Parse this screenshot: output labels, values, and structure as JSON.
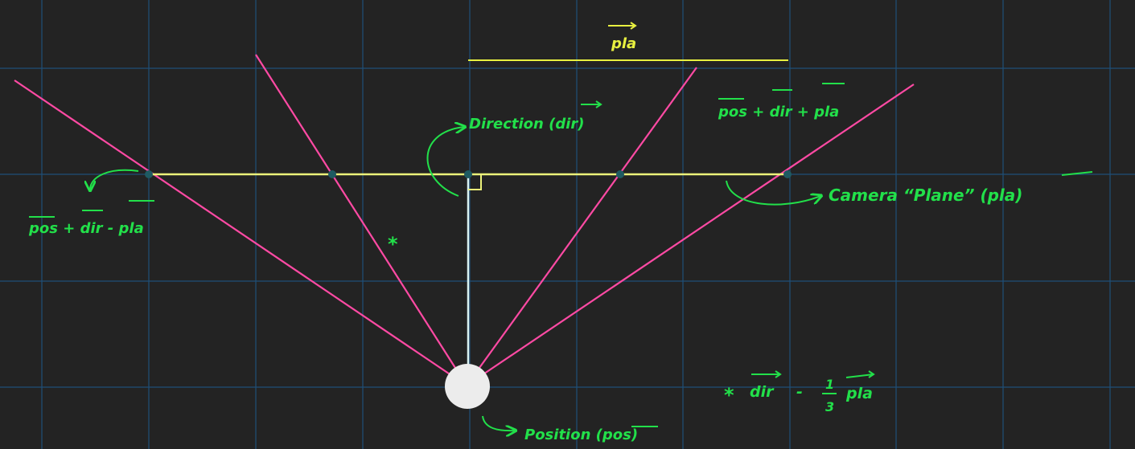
{
  "colors": {
    "background": "#232323",
    "grid": "#1f4f78",
    "rays": "#ff4aa4",
    "plane": "#ecf27a",
    "direction": "#d9f2f2",
    "annotation": "#22e04a",
    "plane_vector_label": "#e8f040",
    "node": "#1e5a62",
    "camera": "#ececec"
  },
  "labels": {
    "pla_top": "pla",
    "direction": "Direction (dir)",
    "pos_plus": "pos + dir + pla",
    "pos_minus": "pos + dir - pla",
    "camera_plane": "Camera “Plane” (pla)",
    "position": "Position (pos)",
    "star": "*",
    "footnote_star": "*",
    "footnote_dir": "dir",
    "footnote_minus": "-",
    "footnote_num": "1",
    "footnote_den": "3",
    "footnote_pla": "pla"
  }
}
